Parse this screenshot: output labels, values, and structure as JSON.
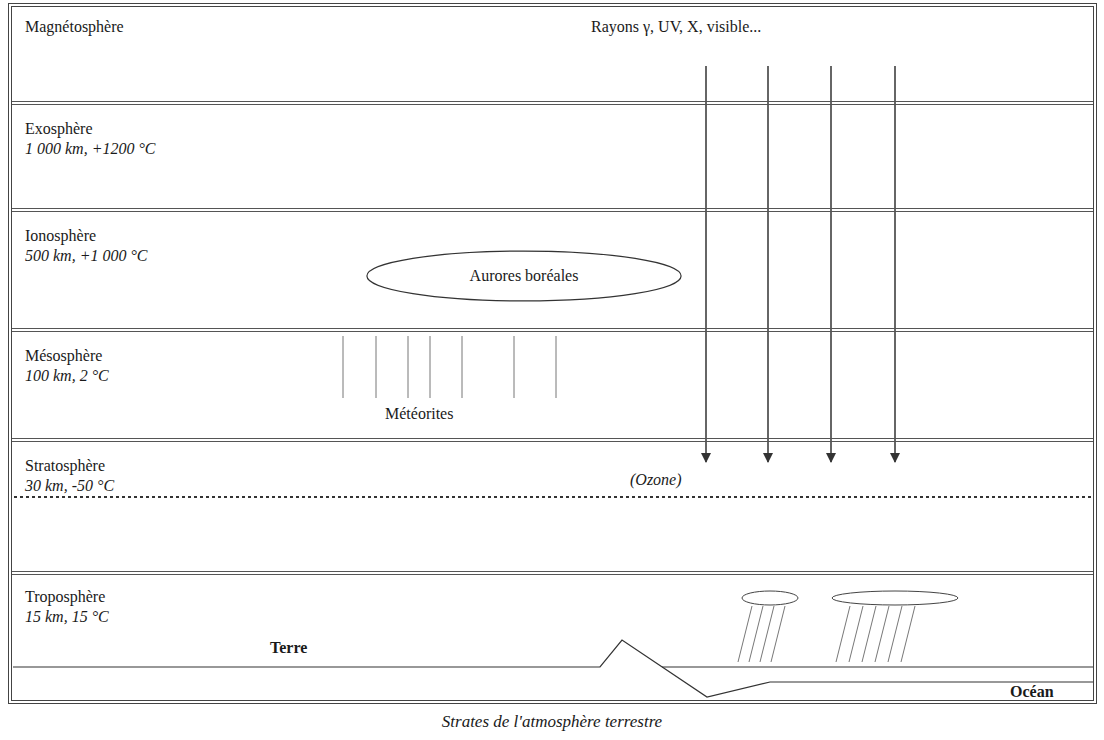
{
  "diagram": {
    "caption": "Strates de l'atmosphère terrestre",
    "nodes": [
      {
        "text": [
          "Magnétosphère"
        ]
      },
      {
        "text": [
          "Exosphère",
          "1 000 km, +1200 °C"
        ]
      },
      {
        "text": [
          "Ionosphère",
          "500 km, +1 000 °C"
        ]
      },
      {
        "text": [
          "Aurores boréales"
        ],
        "in": 2
      },
      {
        "text": [
          "Mésosphère",
          "100 km, 2 °C"
        ]
      },
      {
        "text": [
          "Stratosphère",
          "30 km, -50 °C"
        ]
      },
      {
        "text": [
          "Troposphère",
          "15 km, 15 °C"
        ]
      }
    ],
    "labels": [
      "Rayons γ, UV, X, visible...",
      "Météorites",
      "(Ozone)",
      "Terre",
      "Océan"
    ]
  }
}
